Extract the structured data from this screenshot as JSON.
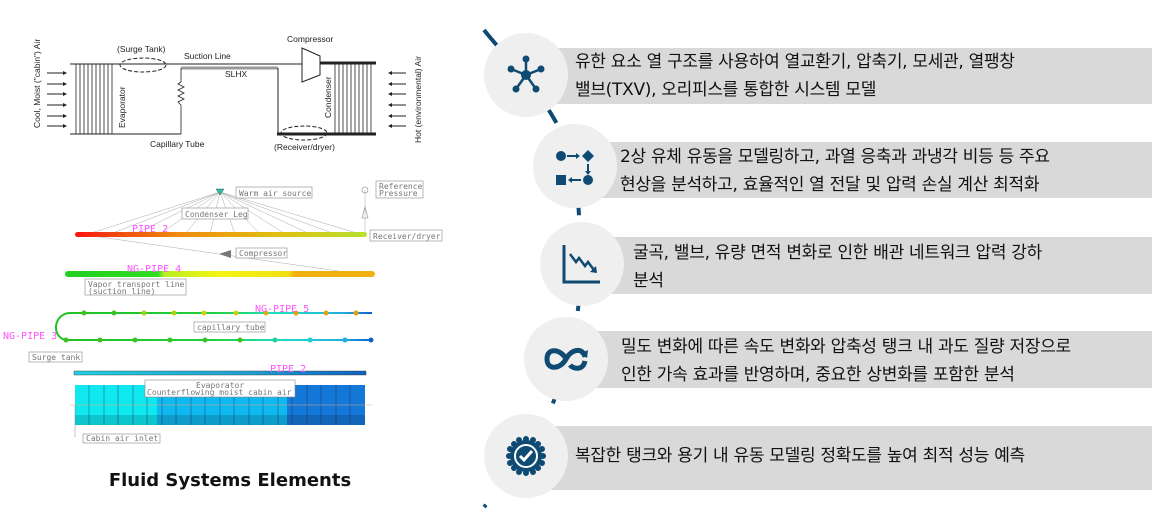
{
  "schematic": {
    "cabin_air": "Cool, Moist (\"cabin\") Air",
    "surge_tank": "(Surge Tank)",
    "suction_line": "Suction Line",
    "slhx": "SLHX",
    "compressor": "Compressor",
    "evaporator": "Evaporator",
    "condenser": "Condenser",
    "capillary_tube": "Capillary Tube",
    "receiver": "(Receiver/dryer)",
    "hot_air": "Hot (environmental) Air"
  },
  "model": {
    "warm_air_source": "Warm air source",
    "reference_pressure": [
      "Reference",
      "Pressure"
    ],
    "condenser_leg": "Condenser Leg",
    "pipe_top": "PIPE 2",
    "receiver_dryer": "Receiver/dryer",
    "compressor": "Compressor",
    "ng_pipe_4": "NG-PIPE 4",
    "vapor_line": [
      "Vapor transport line",
      "(suction line)"
    ],
    "ng_pipe_5": "NG-PIPE 5",
    "capillary_tube": "capillary tube",
    "ng_pipe_3": "NG-PIPE 3",
    "surge_tank": "Surge tank",
    "pipe_evap": "PIPE 2",
    "evaporator": [
      "Evaporator",
      "Counterflowing moist cabin air"
    ],
    "cabin_air_inlet": "Cabin air inlet"
  },
  "caption": "Fluid Systems Elements",
  "accent_color": "#0f4a73",
  "items": [
    {
      "icon": "network-hub-icon",
      "lines": [
        "유한 요소 열 구조를 사용하여 열교환기, 압축기, 모세관, 열팽창",
        "밸브(TXV), 오리피스를 통합한 시스템 모델"
      ]
    },
    {
      "icon": "process-flow-icon",
      "lines": [
        "2상 유체 유동을 모델링하고, 과열 응축과 과냉각 비등 등 주요",
        "현상을 분석하고, 효율적인 열 전달 및 압력 손실 계산 최적화"
      ]
    },
    {
      "icon": "decline-chart-icon",
      "lines": [
        "굴곡, 밸브, 유량 면적 변화로 인한 배관 네트워크 압력 강하",
        "분석"
      ]
    },
    {
      "icon": "infinity-loop-icon",
      "lines": [
        "밀도 변화에 따른 속도 변화와 압축성 탱크 내 과도 질량 저장으로",
        "인한 가속 효과를 반영하며, 중요한 상변화를 포함한 분석"
      ]
    },
    {
      "icon": "verified-badge-icon",
      "lines": [
        "복잡한 탱크와 용기 내 유동 모델링 정확도를 높여 최적 성능 예측"
      ]
    }
  ]
}
